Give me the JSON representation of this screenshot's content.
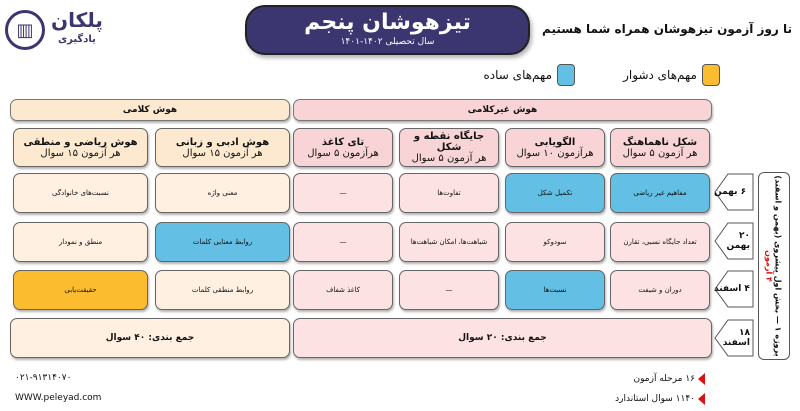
{
  "logo": {
    "name": "پلکان",
    "sub": "یادگیری"
  },
  "title": {
    "main": "تیزهوشان پنجم",
    "sub": "سال تحصیلی ۱۴۰۲-۱۴۰۱"
  },
  "tagline": "تا روز آزمون تیزهوشان همراه شما هستیم",
  "legend": {
    "hard": "مهم‌های دشوار",
    "easy": "مهم‌های ساده",
    "hard_color": "#fbbd2f",
    "easy_color": "#63bfe3"
  },
  "categories": {
    "verbal": "هوش کلامی",
    "nonverbal": "هوش غیرکلامی"
  },
  "columns": [
    {
      "title": "شکل ناهماهنگ",
      "sub": "هر آزمون ۵ سوال"
    },
    {
      "title": "الگویابی",
      "sub": "هرآزمون ۱۰ سوال"
    },
    {
      "title": "جایگاه نقطه و شکل",
      "sub": "هر آزمون ۵ سوال"
    },
    {
      "title": "تای کاغذ",
      "sub": "هرآزمون ۵ سوال"
    },
    {
      "title": "هوش ادبی و زبانی",
      "sub": "هر آزمون ۱۵ سوال"
    },
    {
      "title": "هوش ریاضی و منطقی",
      "sub": "هر آزمون ۱۵ سوال"
    }
  ],
  "rows": [
    {
      "date": "۶ بهمن",
      "cells": [
        "مفاهیم غیر ریاضی",
        "تکمیل شکل",
        "تفاوت‌ها",
        "—",
        "معنی واژه",
        "نسبت‌های خانوادگی"
      ]
    },
    {
      "date": "۲۰ بهمن",
      "cells": [
        "تعداد جایگاه نسبی، تقارن",
        "سودوکو",
        "شباهت‌ها، امکان شباهت‌ها",
        "—",
        "روابط معنایی کلمات",
        "منطق و نمودار"
      ]
    },
    {
      "date": "۴ اسفند",
      "cells": [
        "دوران و شیفت",
        "نسبت‌ها",
        "—",
        "کاغذ شفاف",
        "روابط منطقی کلمات",
        "حقیقت‌یابی"
      ]
    }
  ],
  "summary": {
    "date": "۱۸ اسفند",
    "nonverbal": "جمع بندی: ۲۰ سوال",
    "verbal": "جمع بندی: ۴۰ سوال"
  },
  "side_label": {
    "main": "پروژه ۱ — بخش اول پیشروی (بهمن و اسفند)",
    "count": "۴ آزمون"
  },
  "footer": {
    "phone": "۰۲۱-۹۱۳۱۴۰۷۰",
    "website": "WWW.peleyad.com",
    "stages": "۱۶ مرحله آزمون",
    "questions": "۱۱۴۰ سوال استاندارد"
  }
}
